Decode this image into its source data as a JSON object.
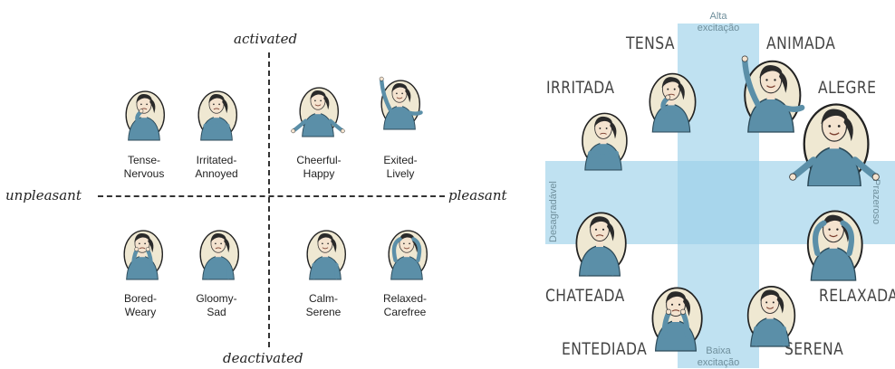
{
  "left": {
    "axes": {
      "top": "activated",
      "bottom": "deactivated",
      "left": "unpleasant",
      "right": "pleasant"
    },
    "figures": [
      {
        "label": "Tense-\nNervous",
        "pose": "hand-on-chin"
      },
      {
        "label": "Irritated-\nAnnoyed",
        "pose": "arms-crossed"
      },
      {
        "label": "Cheerful-\nHappy",
        "pose": "arms-open"
      },
      {
        "label": "Exited-\nLively",
        "pose": "arm-raised"
      },
      {
        "label": "Bored-\nWeary",
        "pose": "head-on-hands"
      },
      {
        "label": "Gloomy-\nSad",
        "pose": "head-tilted"
      },
      {
        "label": "Calm-\nSerene",
        "pose": "standing"
      },
      {
        "label": "Relaxed-\nCarefree",
        "pose": "hands-behind-head"
      }
    ]
  },
  "right": {
    "bands": {
      "top": "Alta\nexcitação",
      "bottom": "Baixa\nexcitação",
      "left": "Desagradável",
      "right": "Prazeroso"
    },
    "labels": {
      "tensa": "TENSA",
      "animada": "ANIMADA",
      "irritada": "IRRITADA",
      "alegre": "ALEGRE",
      "chateada": "CHATEADA",
      "relaxada": "RELAXADA",
      "entediada": "ENTEDIADA",
      "serena": "SERENA"
    }
  },
  "colors": {
    "shirt": "#5b8fa8",
    "skin": "#f4e3cf",
    "oval": "#efe8d2",
    "hair": "#2a2a2a",
    "band": "#bfe1f1",
    "band_center": "#a8d6ec"
  }
}
